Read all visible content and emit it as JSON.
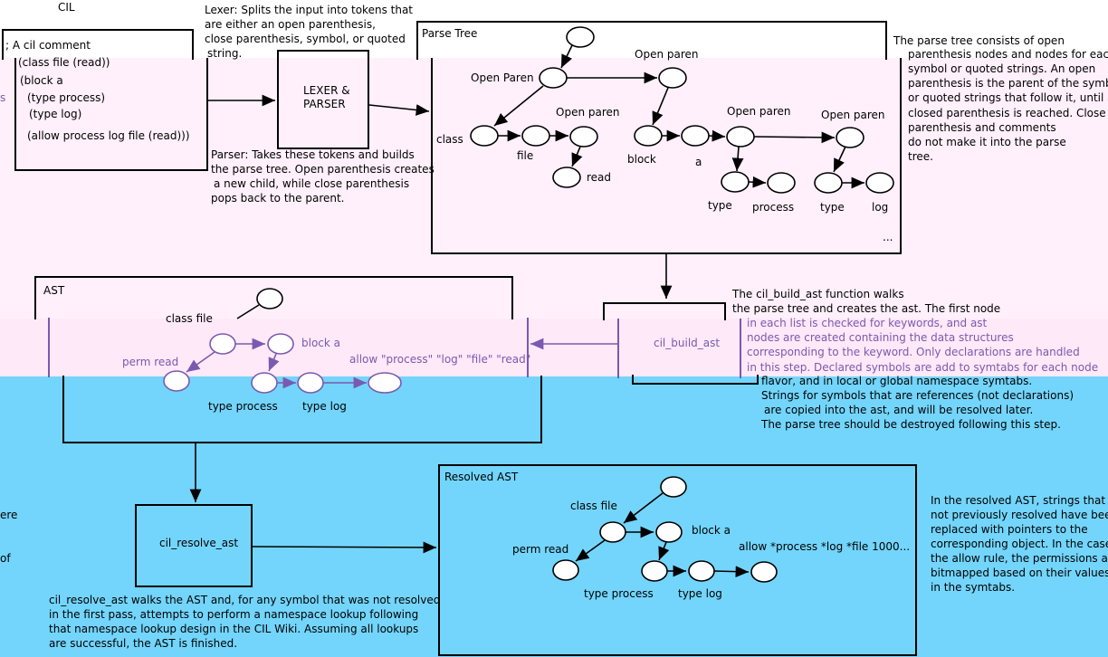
{
  "colors": {
    "pink_band": "#fff0fb",
    "blue_band": "#73d5fb",
    "faint_text": "#7a5ab0"
  },
  "cil": {
    "title": "CIL",
    "lines": [
      "; A cil comment",
      "(class file (read))",
      "(block a",
      "(type process)",
      "(type log)",
      "(allow process log file (read)))"
    ]
  },
  "lexer_note": [
    "Lexer: Splits the input into tokens that",
    "are either an open parenthesis,",
    "close parenthesis, symbol, or quoted",
    "string."
  ],
  "lexer_box": [
    "LEXER &",
    "PARSER"
  ],
  "parser_note": [
    "Parser: Takes these tokens and builds",
    "the parse tree. Open parenthesis creates",
    "a new child, while close parenthesis",
    "pops back to the parent."
  ],
  "parse_tree": {
    "title": "Parse Tree",
    "labels": {
      "open_paren_top": "Open Paren",
      "open_paren_right": "Open paren",
      "open_paren_mid": "Open paren",
      "open_paren_c": "Open paren",
      "open_paren_d": "Open paren",
      "class": "class",
      "file": "file",
      "read": "read",
      "block": "block",
      "a": "a",
      "type1": "type",
      "process": "process",
      "type2": "type",
      "log": "log",
      "ellipsis": "..."
    }
  },
  "parse_note": [
    "The parse tree consists of open",
    "parenthesis nodes and nodes for each",
    "symbol or quoted strings. An open",
    "parenthesis is the parent of the symbol",
    "or quoted strings that follow it, until a",
    "closed parenthesis is reached. Close",
    "parenthesis and comments",
    "do not make it into the parse",
    "tree."
  ],
  "ast": {
    "title": "AST",
    "labels": {
      "class_file": "class file",
      "block_a": "block a",
      "perm_read": "perm read",
      "allow": "allow \"process\" \"log\" \"file\" \"read\"",
      "type_process": "type process",
      "type_log": "type log"
    }
  },
  "build_box": "cil_build_ast",
  "build_note": [
    "The cil_build_ast function walks",
    "the parse tree and creates the ast. The first node",
    "in each list is checked for keywords, and ast",
    "nodes are created containing the data structures",
    "corresponding to the keyword. Only declarations are handled",
    "in this step. Declared symbols are add to symtabs for each node",
    "flavor, and in local or global namespace symtabs.",
    "Strings for symbols that are references (not declarations)",
    "are copied into the ast, and will be resolved later.",
    "The parse tree should be destroyed following this step."
  ],
  "resolve_box": "cil_resolve_ast",
  "resolve_note": [
    "cil_resolve_ast walks the AST and, for any symbol that was not resolved",
    "in the first pass, attempts to perform a namespace lookup following",
    "that namespace lookup design in the CIL Wiki. Assuming all lookups",
    "are successful, the AST is finished."
  ],
  "resolved_ast": {
    "title": "Resolved AST",
    "labels": {
      "class_file": "class file",
      "block_a": "block a",
      "perm_read": "perm read",
      "allow": "allow *process *log *file 1000...",
      "type_process": "type process",
      "type_log": "type log"
    }
  },
  "resolved_note": [
    "In the resolved AST, strings that were",
    "not previously resolved have been",
    "replaced with pointers to the",
    "corresponding object. In the case of",
    "the allow rule, the permissions are",
    "bitmapped based on their values",
    "in the symtabs."
  ],
  "left_edge": {
    "l1": "ere",
    "l2": "of",
    "l3": "s"
  }
}
